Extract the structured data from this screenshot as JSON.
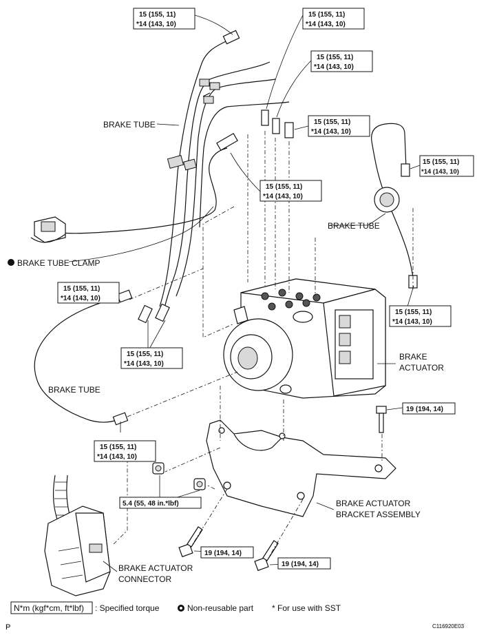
{
  "torque_labels": {
    "t1": {
      "line1": "15 (155, 11)",
      "line2": "*14 (143, 10)"
    },
    "t2": {
      "line1": "15 (155, 11)",
      "line2": "*14 (143, 10)"
    },
    "t3": {
      "line1": "15 (155, 11)",
      "line2": "*14 (143, 10)"
    },
    "t4": {
      "line1": "15 (155, 11)",
      "line2": "*14 (143, 10)"
    },
    "t5": {
      "line1": "15 (155, 11)",
      "line2": "*14 (143, 10)"
    },
    "t6": {
      "line1": "15 (155, 11)",
      "line2": "*14 (143, 10)"
    },
    "t7": {
      "line1": "15 (155, 11)",
      "line2": "*14 (143, 10)"
    },
    "t8": {
      "line1": "15 (155, 11)",
      "line2": "*14 (143, 10)"
    },
    "t9": {
      "line1": "15 (155, 11)",
      "line2": "*14 (143, 10)"
    },
    "t10": {
      "line1": "15 (155, 11)",
      "line2": "*14 (143, 10)"
    },
    "b1": {
      "line1": "19 (194, 14)"
    },
    "b2": {
      "line1": "5.4 (55, 48 in.*lbf)"
    },
    "b3": {
      "line1": "19 (194, 14)"
    },
    "b4": {
      "line1": "19 (194, 14)"
    }
  },
  "part_labels": {
    "brake_tube_1": "BRAKE TUBE",
    "brake_tube_clamp": "BRAKE TUBE CLAMP",
    "brake_tube_2": "BRAKE TUBE",
    "brake_tube_3": "BRAKE TUBE",
    "brake_actuator_l1": "BRAKE",
    "brake_actuator_l2": "ACTUATOR",
    "bracket_l1": "BRAKE ACTUATOR",
    "bracket_l2": "BRACKET ASSEMBLY",
    "connector_l1": "BRAKE ACTUATOR",
    "connector_l2": "CONNECTOR"
  },
  "legend": {
    "units": "N*m (kgf*cm, ft*lbf)",
    "units_desc": ": Specified torque",
    "nonreusable": "Non-reusable part",
    "sst": "* For use with SST"
  },
  "footer": {
    "left": "P",
    "code": "C116920E03"
  }
}
